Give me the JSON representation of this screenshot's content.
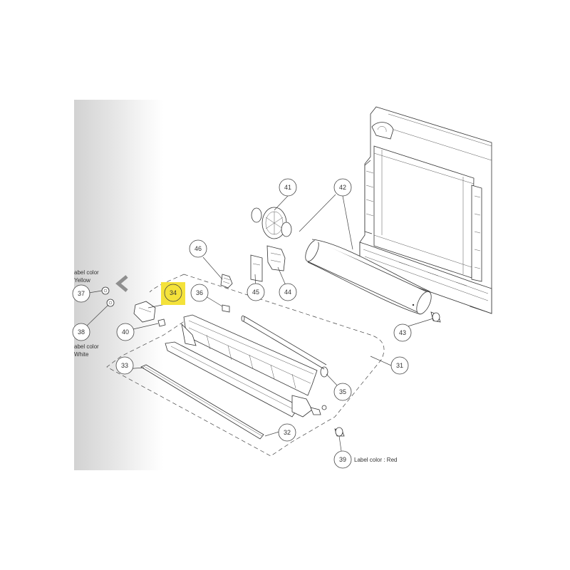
{
  "callouts": [
    {
      "id": "c31",
      "num": "31"
    },
    {
      "id": "c32",
      "num": "32"
    },
    {
      "id": "c33",
      "num": "33"
    },
    {
      "id": "c34",
      "num": "34",
      "highlighted": true
    },
    {
      "id": "c35",
      "num": "35"
    },
    {
      "id": "c36",
      "num": "36"
    },
    {
      "id": "c37",
      "num": "37"
    },
    {
      "id": "c38",
      "num": "38"
    },
    {
      "id": "c39",
      "num": "39"
    },
    {
      "id": "c40",
      "num": "40"
    },
    {
      "id": "c41",
      "num": "41"
    },
    {
      "id": "c42",
      "num": "42"
    },
    {
      "id": "c43",
      "num": "43"
    },
    {
      "id": "c44",
      "num": "44"
    },
    {
      "id": "c45",
      "num": "45"
    },
    {
      "id": "c46",
      "num": "46"
    }
  ],
  "labels": {
    "yellow_line1": "abel color",
    "yellow_line2": "Yellow",
    "white_line1": "abel color",
    "white_line2": "White",
    "red": "Label color : Red"
  },
  "colors": {
    "highlight": "#f4e23a",
    "line": "#444444",
    "circle_fill": "#ffffff"
  }
}
